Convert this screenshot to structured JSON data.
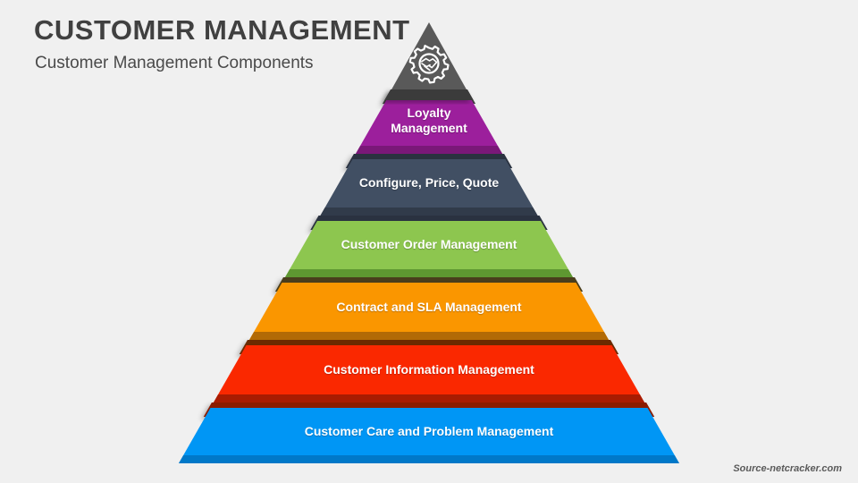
{
  "header": {
    "title": "CUSTOMER MANAGEMENT",
    "subtitle": "Customer Management Components"
  },
  "footer": {
    "source": "Source-netcracker.com"
  },
  "background_color": "#f0f0f0",
  "pyramid": {
    "apex": {
      "name": "apex-triangle",
      "icon": "gear-handshake-icon",
      "color": "#595959",
      "shadow_color": "#3a3a3a"
    },
    "tiers": [
      {
        "label": "Loyalty\nManagement",
        "color": "#9c1f9c",
        "side_color": "#7a1878",
        "shadow_color": "#3a3a3a"
      },
      {
        "label": "Configure, Price, Quote",
        "color": "#414f63",
        "side_color": "#313b4a",
        "shadow_color": "#2b333f"
      },
      {
        "label": "Customer Order Management",
        "color": "#8dc64f",
        "side_color": "#5e9731",
        "shadow_color": "#2b333f"
      },
      {
        "label": "Contract and SLA Management",
        "color": "#fa9600",
        "side_color": "#b26a06",
        "shadow_color": "#4a3c1a"
      },
      {
        "label": "Customer Information Management",
        "color": "#fa2800",
        "side_color": "#a81c02",
        "shadow_color": "#6b2a05"
      },
      {
        "label": "Customer Care and Problem Management",
        "color": "#0096f5",
        "side_color": "#0078c8",
        "shadow_color": "#8b1c02"
      }
    ]
  },
  "chart_data": {
    "type": "pyramid",
    "title": "Customer Management Components",
    "orientation": "apex-up",
    "levels": [
      {
        "rank": 1,
        "label": "Loyalty Management",
        "color": "#9c1f9c"
      },
      {
        "rank": 2,
        "label": "Configure, Price, Quote",
        "color": "#414f63"
      },
      {
        "rank": 3,
        "label": "Customer Order Management",
        "color": "#8dc64f"
      },
      {
        "rank": 4,
        "label": "Contract and SLA Management",
        "color": "#fa9600"
      },
      {
        "rank": 5,
        "label": "Customer Information Management",
        "color": "#fa2800"
      },
      {
        "rank": 6,
        "label": "Customer Care and Problem Management",
        "color": "#0096f5"
      }
    ]
  }
}
